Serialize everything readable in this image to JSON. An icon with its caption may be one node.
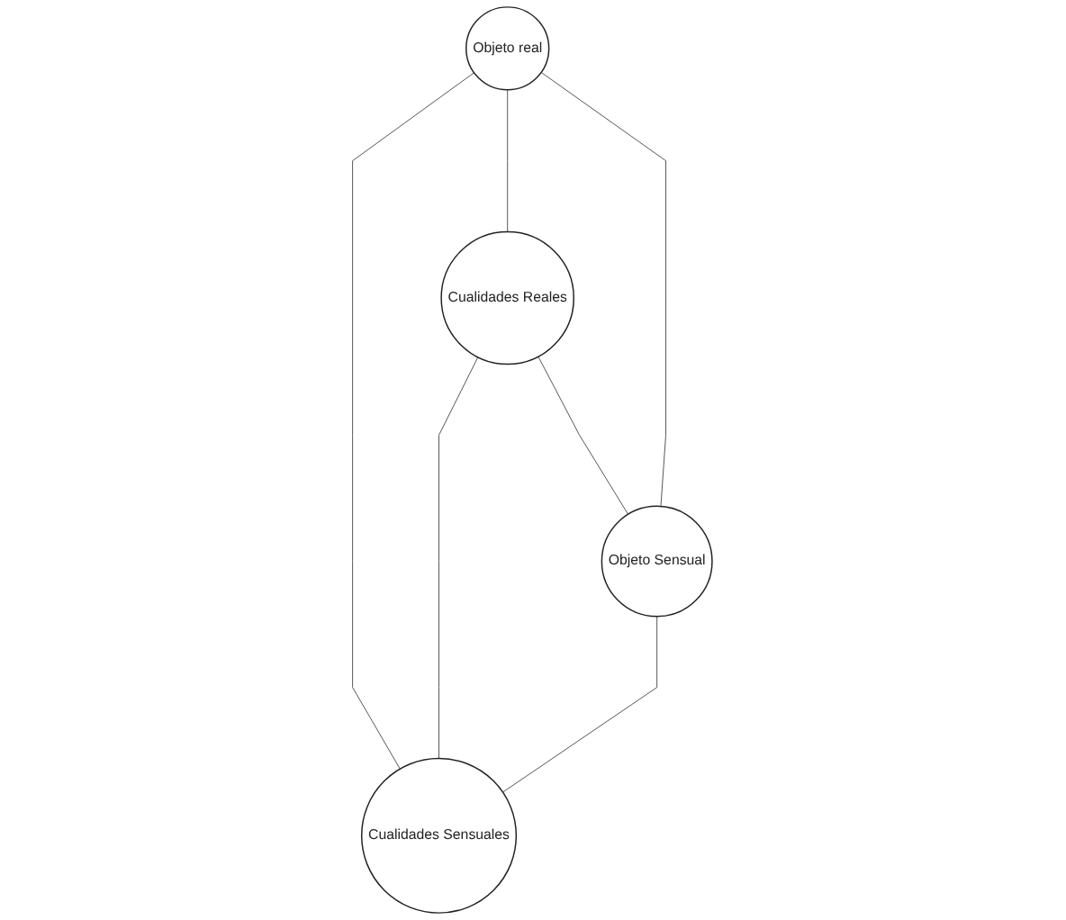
{
  "diagram": {
    "nodes": [
      {
        "text": [
          "Objeto real"
        ]
      },
      {
        "text": [
          "Cualidades Reales"
        ]
      },
      {
        "text": [
          "Objeto Sensual"
        ]
      },
      {
        "text": [
          "Cualidades Sensuales"
        ]
      }
    ],
    "edges": [
      {
        "from": 0,
        "to": 1,
        "arrow": "none"
      },
      {
        "from": 0,
        "to": 3,
        "arrow": "none"
      },
      {
        "from": 1,
        "to": 2,
        "arrow": "none"
      },
      {
        "from": 0,
        "to": 2,
        "arrow": "none"
      },
      {
        "from": 1,
        "to": 3,
        "arrow": "none"
      },
      {
        "from": 2,
        "to": 3,
        "arrow": "none"
      }
    ]
  }
}
